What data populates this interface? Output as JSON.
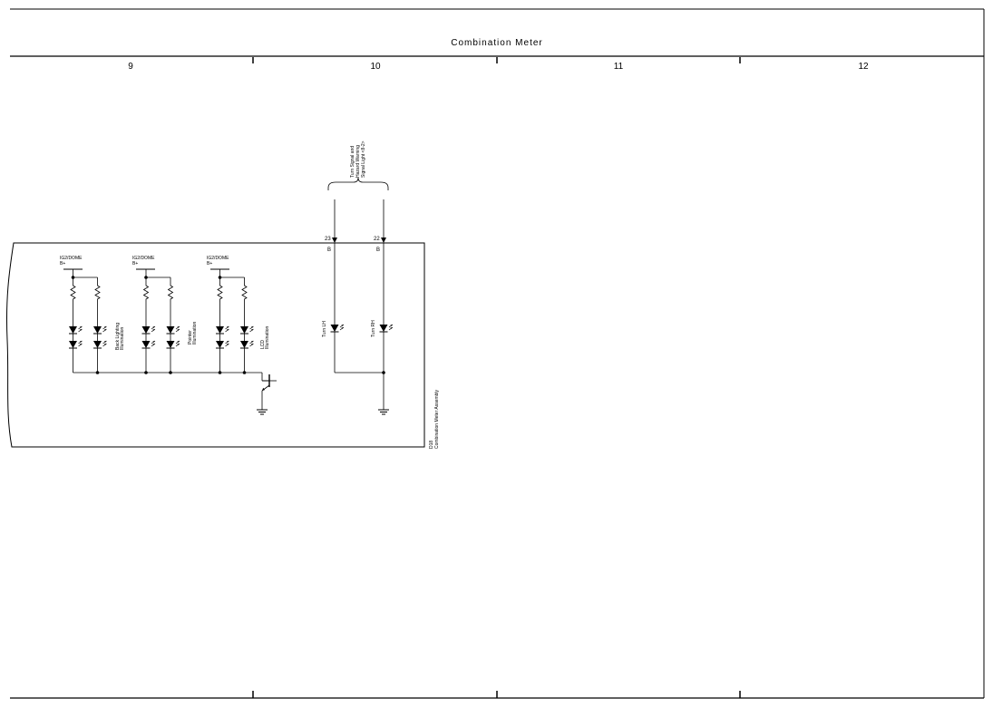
{
  "title": "Combination Meter",
  "columns": [
    "9",
    "10",
    "11",
    "12"
  ],
  "component": {
    "id": "D18",
    "name": "Combination Meter Assembly"
  },
  "led_groups": [
    {
      "supply_line1": "IG2/DOME",
      "supply_line2": "B+",
      "label_line1": "Back Lighting",
      "label_line2": "Illumination"
    },
    {
      "supply_line1": "IG2/DOME",
      "supply_line2": "B+",
      "label_line1": "Pointer",
      "label_line2": "Illumination"
    },
    {
      "supply_line1": "IG2/DOME",
      "supply_line2": "B+",
      "label_line1": "LCD",
      "label_line2": "Illumination"
    }
  ],
  "turn_lamps": [
    {
      "label": "Turn LH",
      "pin": "23",
      "wire_color": "B"
    },
    {
      "label": "Turn RH",
      "pin": "22",
      "wire_color": "B"
    }
  ],
  "reference": {
    "line1": "Turn Signal and",
    "line2": "Hazard Warning",
    "line3": "Signal Light <8-2>"
  }
}
